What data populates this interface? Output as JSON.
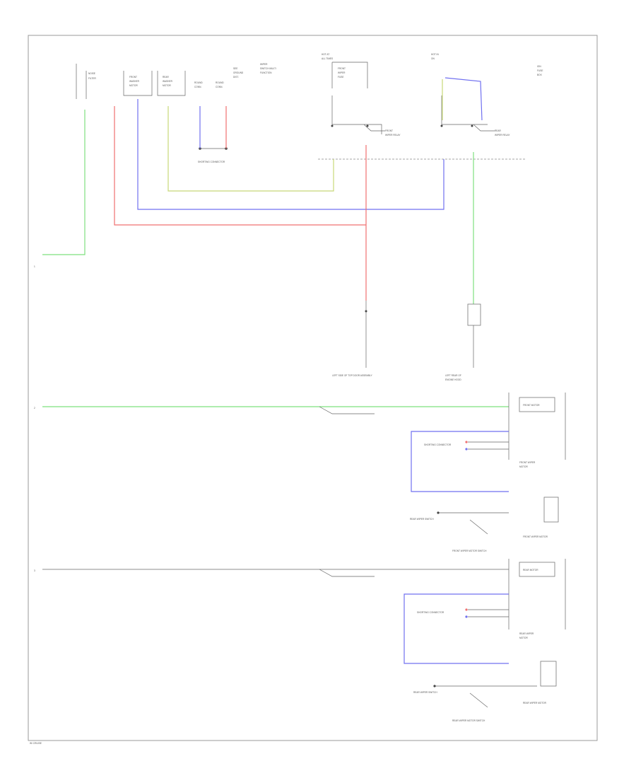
{
  "colors": {
    "green": "#7ee07e",
    "red": "#f07070",
    "blue": "#7070f0",
    "yellowgreen": "#c8d878",
    "frame": "#999999",
    "line": "#666666"
  },
  "sections": [
    "1",
    "2",
    "3"
  ],
  "labels": {
    "top_connectors": [
      "NOISE FILTER",
      "FRONT WASHER MOTOR",
      "REAR WASHER MOTOR",
      "ROUND CONN.",
      "ROUND CONN.",
      "SEE GROUND DIST.",
      "WIPER SWITCH MULTI FUNCTION"
    ],
    "splices": [
      "SHORTING CONNECTOR"
    ],
    "relays_top": [
      "FRONT WIPER RELAY",
      "REAR WIPER RELAY"
    ],
    "fuse_top": [
      "HOT AT ALL TIMES",
      "HOT IN ON"
    ],
    "bottom_top": [
      "LEFT SIDE OF TOP DOOR ASSEMBLY",
      "LEFT REAR OF ENGINE HOOD"
    ],
    "section2": [
      "FRONT MOTOR",
      "SHORTING CONNECTOR",
      "FRONT WIPER MOTOR",
      "REAR WIPER SWITCH",
      "FRONT WIPER MOTOR SWITCH"
    ],
    "section3": [
      "REAR MOTOR",
      "SHORTING CONNECTOR",
      "REAR WIPER MOTOR",
      "REAR WIPER SWITCH",
      "REAR WIPER MOTOR SWITCH"
    ],
    "footer": "W/ CRUISE"
  }
}
